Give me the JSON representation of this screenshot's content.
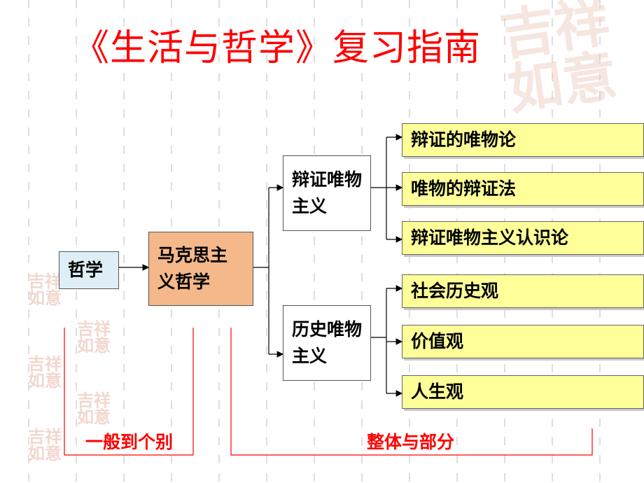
{
  "title": "《生活与哲学》复习指南",
  "nodes": {
    "philosophy": "哲学",
    "marxist": "马克思主义哲学",
    "dialectical": "辩证唯物主义",
    "historical": "历史唯物主义"
  },
  "leaves": {
    "dialectical": [
      "辩证的唯物论",
      "唯物的辩证法",
      "辩证唯物主义认识论"
    ],
    "historical": [
      "社会历史观",
      "价值观",
      "人生观"
    ]
  },
  "brackets": {
    "left": "一般到个别",
    "right": "整体与部分"
  },
  "colors": {
    "title": "#ff0000",
    "bracket": "#ff0000",
    "leaf_fill": "#ffff99",
    "marxist_fill": "#f5b88a",
    "philosophy_fill": "#ddeef6"
  },
  "decoration": {
    "stamp_text": "吉祥如意"
  }
}
